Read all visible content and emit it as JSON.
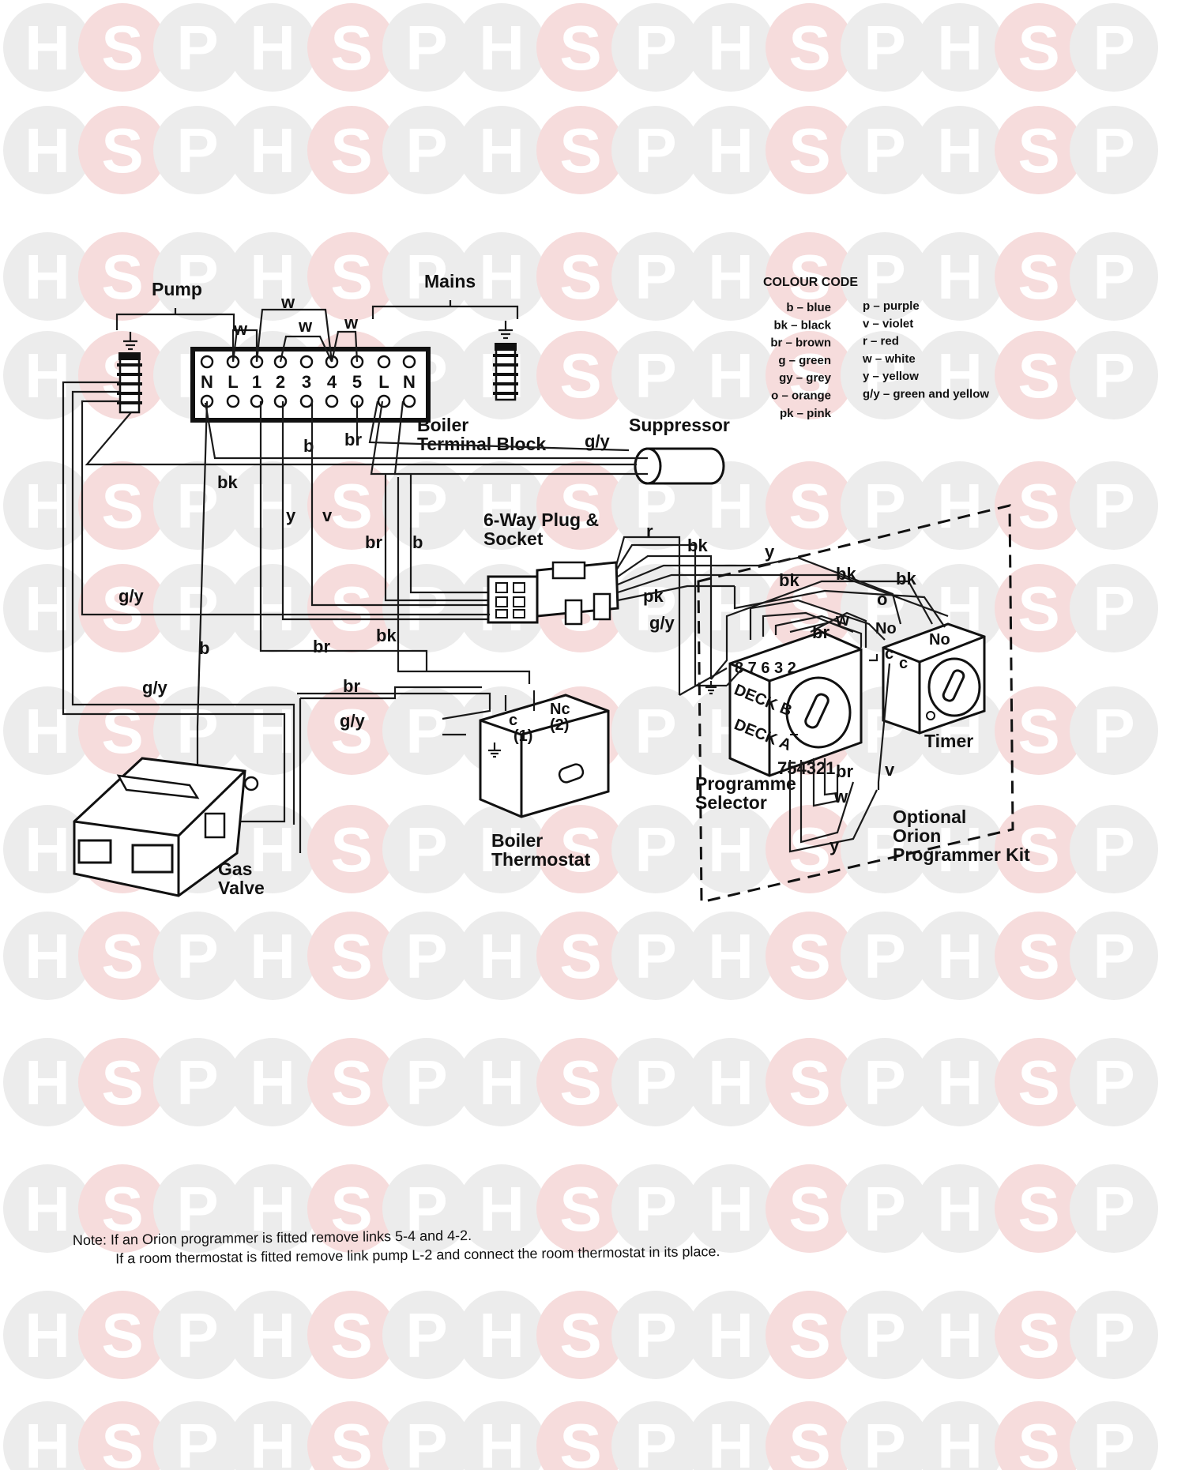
{
  "watermark": {
    "letters": [
      "H",
      "S",
      "P"
    ],
    "colors": {
      "circle": "#ececec",
      "circle_s": "#f6dcdc",
      "letter": "#ffffff"
    }
  },
  "labels": {
    "pump": "Pump",
    "mains": "Mains",
    "terminal_block": [
      "Boiler",
      "Terminal Block"
    ],
    "suppressor": "Suppressor",
    "plug_socket": [
      "6-Way Plug &",
      "Socket"
    ],
    "programme_selector": [
      "Programme",
      "Selector"
    ],
    "timer": "Timer",
    "optional_kit": [
      "Optional",
      "Orion",
      "Programmer Kit"
    ],
    "boiler_thermostat": [
      "Boiler",
      "Thermostat"
    ],
    "gas_valve": [
      "Gas",
      "Valve"
    ],
    "terminals": [
      "N",
      "L",
      "1",
      "2",
      "3",
      "4",
      "5",
      "L",
      "N"
    ],
    "deck_b": "DECK B",
    "deck_a": "DECK A",
    "deck_b_nums": "8 7 6 3 2",
    "deck_a_nums": "754321",
    "thermo_c": "c",
    "thermo_nc": "Nc",
    "thermo_1": "(1)",
    "thermo_2": "(2)",
    "timer_no1": "No",
    "timer_no2": "No",
    "timer_c1": "c",
    "timer_c2": "c"
  },
  "wire_codes": {
    "w1": "w",
    "w2": "w",
    "w3": "w",
    "w4": "w",
    "b1": "b",
    "br1": "br",
    "gy1": "g/y",
    "bk1": "bk",
    "y1": "y",
    "v1": "v",
    "br2": "br",
    "b2": "b",
    "r1": "r",
    "bk2": "bk",
    "y2": "y",
    "pk1": "pk",
    "gy2": "g/y",
    "gy3": "g/y",
    "b3": "b",
    "br3": "br",
    "bk3": "bk",
    "gy4": "g/y",
    "br4": "br",
    "gy5": "g/y",
    "bk4": "bk",
    "bk5": "bk",
    "bk6": "bk",
    "o1": "o",
    "w5": "w",
    "br5": "br",
    "br6": "br",
    "w6": "w",
    "v2": "v",
    "y3": "y"
  },
  "colour_code": {
    "title": "COLOUR CODE",
    "left": [
      "b – blue",
      "bk – black",
      "br – brown",
      "g – green",
      "gy – grey",
      "o – orange",
      "pk – pink"
    ],
    "right": [
      "p – purple",
      "v – violet",
      "r – red",
      "w – white",
      "y – yellow",
      "g/y – green and yellow"
    ]
  },
  "note": {
    "line1": "Note: If an Orion programmer is fitted remove links 5-4 and 4-2.",
    "line2": "If a room thermostat is fitted remove link pump L-2 and connect the room thermostat in its place."
  }
}
